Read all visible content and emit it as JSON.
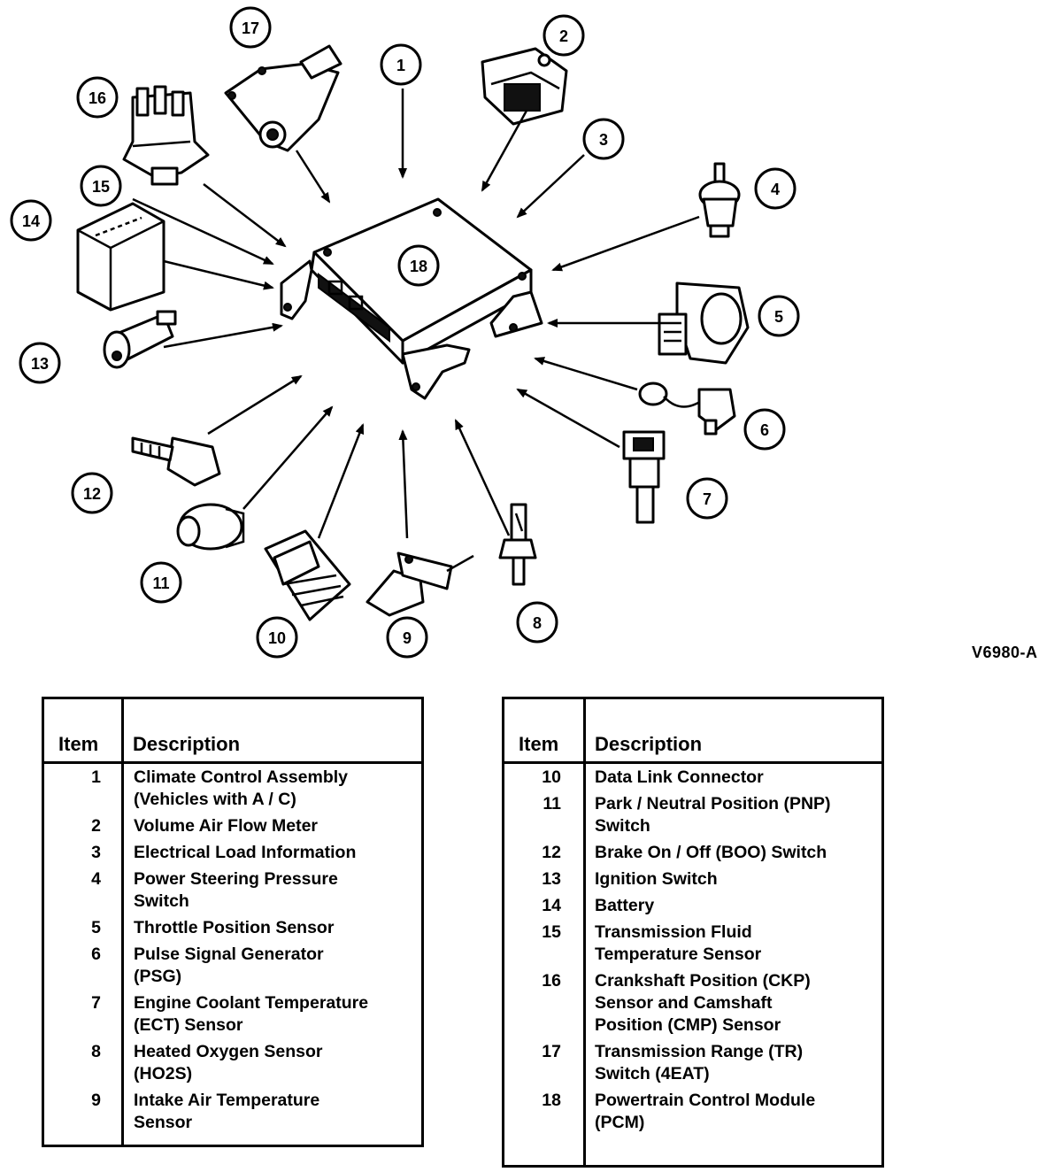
{
  "figure_code": "V6980-A",
  "callouts": [
    "1",
    "2",
    "3",
    "4",
    "5",
    "6",
    "7",
    "8",
    "9",
    "10",
    "11",
    "12",
    "13",
    "14",
    "15",
    "16",
    "17",
    "18"
  ],
  "legend_left": {
    "header_item": "Item",
    "header_desc": "Description",
    "rows": [
      {
        "item": "1",
        "desc": "Climate Control Assembly\n(Vehicles with A / C)"
      },
      {
        "item": "2",
        "desc": "Volume Air Flow Meter"
      },
      {
        "item": "3",
        "desc": "Electrical Load Information"
      },
      {
        "item": "4",
        "desc": "Power Steering Pressure\nSwitch"
      },
      {
        "item": "5",
        "desc": "Throttle Position Sensor"
      },
      {
        "item": "6",
        "desc": "Pulse Signal Generator\n(PSG)"
      },
      {
        "item": "7",
        "desc": "Engine Coolant Temperature\n(ECT) Sensor"
      },
      {
        "item": "8",
        "desc": "Heated Oxygen Sensor\n(HO2S)"
      },
      {
        "item": "9",
        "desc": "Intake Air Temperature\nSensor"
      }
    ]
  },
  "legend_right": {
    "header_item": "Item",
    "header_desc": "Description",
    "rows": [
      {
        "item": "10",
        "desc": "Data Link Connector"
      },
      {
        "item": "11",
        "desc": "Park / Neutral Position (PNP)\nSwitch"
      },
      {
        "item": "12",
        "desc": "Brake On / Off (BOO) Switch"
      },
      {
        "item": "13",
        "desc": "Ignition Switch"
      },
      {
        "item": "14",
        "desc": "Battery"
      },
      {
        "item": "15",
        "desc": "Transmission Fluid\nTemperature Sensor"
      },
      {
        "item": "16",
        "desc": "Crankshaft Position (CKP)\nSensor and Camshaft\nPosition (CMP) Sensor\n "
      },
      {
        "item": "17",
        "desc": "Transmission Range (TR)\nSwitch (4EAT)"
      },
      {
        "item": "18",
        "desc": "Powertrain Control Module\n(PCM)"
      }
    ]
  }
}
